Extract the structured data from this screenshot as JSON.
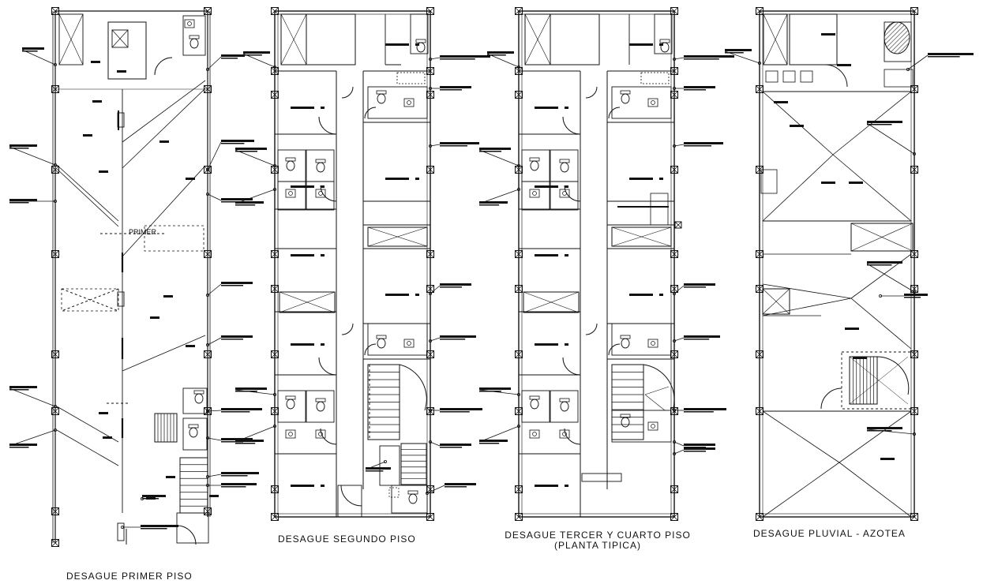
{
  "plans": [
    {
      "title": "DESAGUE  PRIMER  PISO"
    },
    {
      "title": "DESAGUE  SEGUNDO  PISO"
    },
    {
      "title": "DESAGUE TERCER Y CUARTO  PISO",
      "subtitle": "(PLANTA  TIPICA)"
    },
    {
      "title": "DESAGUE PLUVIAL -  AZOTEA"
    }
  ],
  "floor1_label": "PRIMER",
  "colors": {
    "line": "#111111",
    "hatch": "#555555",
    "background": "#ffffff"
  }
}
